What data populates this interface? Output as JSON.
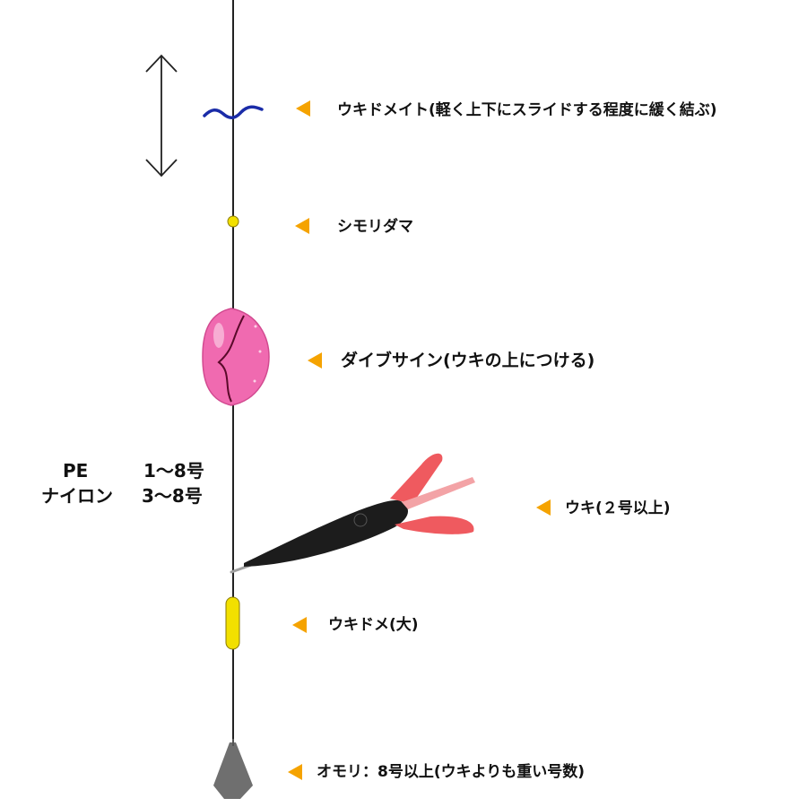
{
  "colors": {
    "line": "#222222",
    "arrow": "#f5a300",
    "stopper_knot": "#1a2ca8",
    "shimoridama": "#f2e000",
    "dive_sign": "#f06ab0",
    "float_body": "#1c1c1c",
    "float_fins": "#ef5a5f",
    "float_stopper": "#f2e000",
    "sinker": "#6f6f6f"
  },
  "labels": {
    "uki_dome_ito": "ウキドメイト(軽く上下にスライドする程度に緩く結ぶ)",
    "shimoridama": "シモリダマ",
    "dive_sign": "ダイブサイン(ウキの上につける)",
    "float": "ウキ(２号以上)",
    "float_stopper": "ウキドメ(大)",
    "sinker": "オモリ：8号以上(ウキよりも重い号数)"
  },
  "line_spec": {
    "pe_label": "PE",
    "pe_value": "1〜8号",
    "nylon_label": "ナイロン",
    "nylon_value": "3〜8号"
  }
}
